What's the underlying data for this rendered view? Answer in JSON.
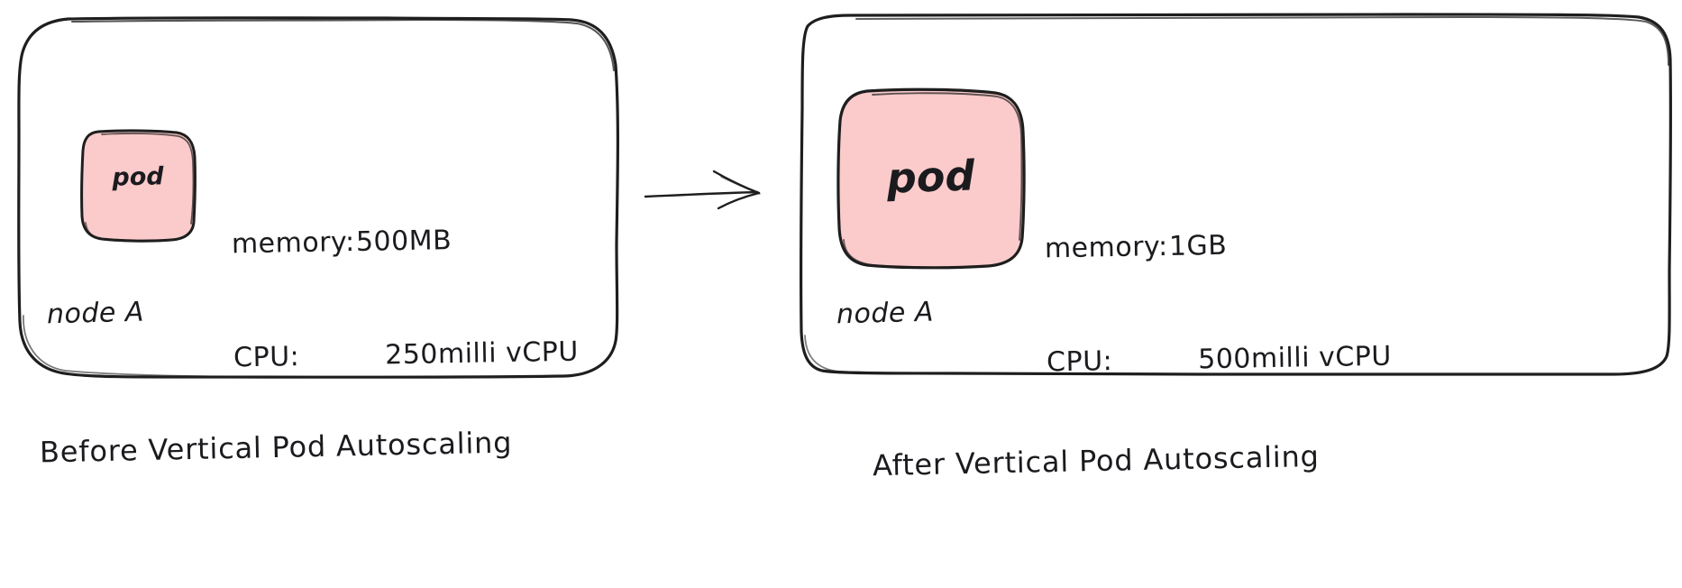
{
  "diagram": {
    "title": "Vertical Pod Autoscaling before and after comparison",
    "style": "hand-drawn sketch",
    "colors": {
      "stroke": "#1e1e1e",
      "pod_fill": "#fbcbcb",
      "background": "#ffffff",
      "text": "#1b1b1f"
    }
  },
  "before": {
    "node_label": "node A",
    "pod_label": "pod",
    "specs": [
      {
        "key": "memory:",
        "value": "500MB"
      },
      {
        "key": "CPU:",
        "value": "   250milli vCPU"
      }
    ],
    "caption": "Before Vertical Pod Autoscaling"
  },
  "after": {
    "node_label": "node A",
    "pod_label": "pod",
    "specs": [
      {
        "key": "memory:",
        "value": "1GB"
      },
      {
        "key": "CPU:",
        "value": "   500milli vCPU"
      }
    ],
    "caption": "After Vertical Pod Autoscaling"
  },
  "connector": {
    "icon": "arrow-right-icon",
    "direction": "right"
  }
}
